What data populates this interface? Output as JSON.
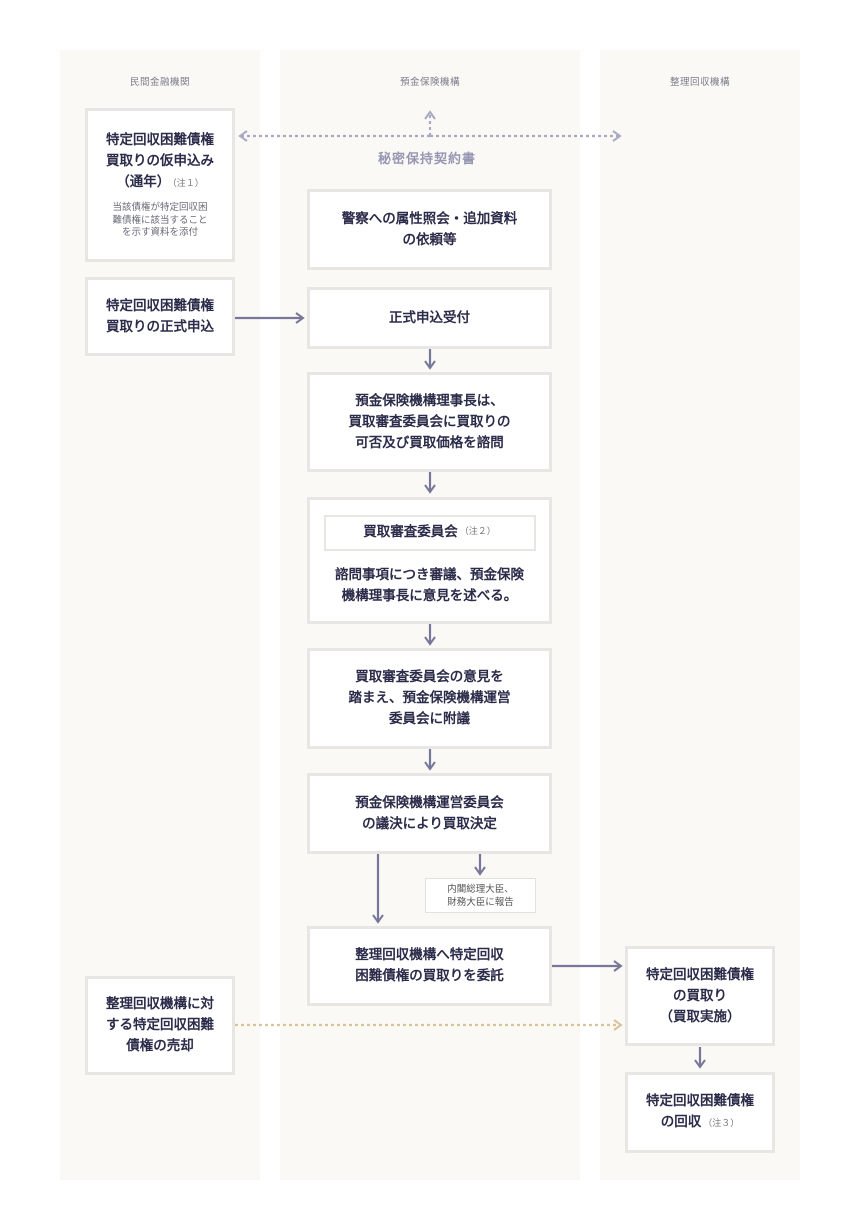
{
  "lanes": {
    "private": "民間金融機関",
    "dic": "預金保険機構",
    "rcc": "整理回収機構"
  },
  "confidentiality": "秘密保持契約書",
  "steps": {
    "provisional": {
      "lines": [
        "特定回収困難債権",
        "買取りの仮申込み"
      ],
      "line3": "（通年）",
      "note": "（注１）",
      "sub": [
        "当該債権が特定回収困",
        "難債権に該当すること",
        "を示す資料を添付"
      ]
    },
    "police": {
      "lines": [
        "警察への属性照会・追加資料",
        "の依頼等"
      ]
    },
    "formal_apply": {
      "lines": [
        "特定回収困難債権",
        "買取りの正式申込"
      ]
    },
    "formal_accept": {
      "lines": [
        "正式申込受付"
      ]
    },
    "consult": {
      "lines": [
        "預金保険機構理事長は、",
        "買取審査委員会に買取りの",
        "可否及び買取価格を諮問"
      ]
    },
    "committee": {
      "title": "買取審査委員会",
      "note": "（注２）",
      "lines": [
        "諮問事項につき審議、預金保険",
        "機構理事長に意見を述べる。"
      ]
    },
    "board_refer": {
      "lines": [
        "買取審査委員会の意見を",
        "踏まえ、預金保険機構運営",
        "委員会に附議"
      ]
    },
    "decision": {
      "lines": [
        "預金保険機構運営委員会",
        "の議決により買取決定"
      ]
    },
    "report": {
      "lines": [
        "内閣総理大臣、",
        "財務大臣に報告"
      ]
    },
    "entrust": {
      "lines": [
        "整理回収機構へ特定回収",
        "困難債権の買取りを委託"
      ]
    },
    "sale": {
      "lines": [
        "整理回収機構に対",
        "する特定回収困難",
        "債権の売却"
      ]
    },
    "purchase": {
      "lines": [
        "特定回収困難債権",
        "の買取り",
        "（買取実施）"
      ]
    },
    "collect": {
      "line1": "特定回収困難債権",
      "line2": "の回収",
      "note": "（注３）"
    }
  },
  "colors": {
    "arrow": "#77779a",
    "arrow_light": "#a9a9c4",
    "arrow_gold": "#d6c59a",
    "lane_bg": "#faf9f5",
    "box_border": "#e7e6e2"
  }
}
